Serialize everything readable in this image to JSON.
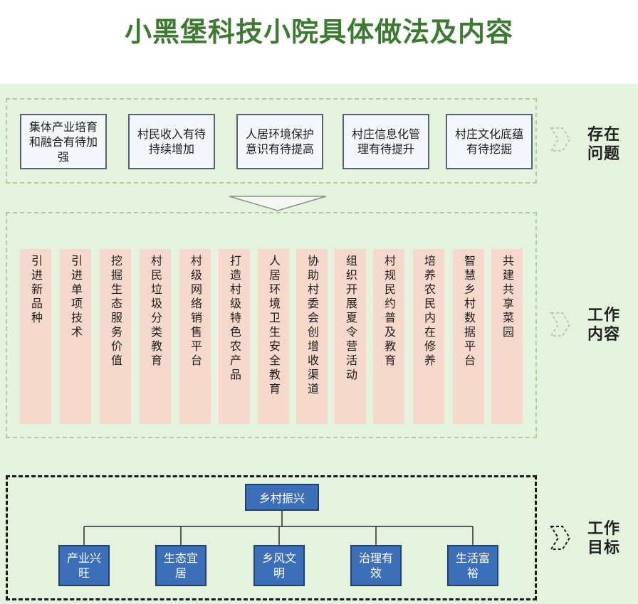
{
  "title": "小黑堡科技小院具体做法及内容",
  "problems": [
    "集体产业培育和融合有待加强",
    "村民收入有待持续增加",
    "人居环境保护意识有待提高",
    "村庄信息化管理有待提升",
    "村庄文化底蕴有待挖掘"
  ],
  "work_content": [
    "引进新品种",
    "引进单项技术",
    "挖掘生态服务价值",
    "村民垃圾分类教育",
    "村级网络销售平台",
    "打造村级特色农产品",
    "人居环境卫生安全教育",
    "协助村委会创增收渠道",
    "组织开展夏令营活动",
    "村规民约普及教育",
    "培养农民内在修养",
    "智慧乡村数据平台",
    "共建共享菜园"
  ],
  "goal_root": "乡村振兴",
  "goals": [
    "产业兴旺",
    "生态宜居",
    "乡风文明",
    "治理有效",
    "生活富裕"
  ],
  "side_labels": {
    "problems": "存在问题",
    "content": "工作内容",
    "goals": "工作目标"
  },
  "colors": {
    "title": "#3c7a32",
    "panel_bg": "#e4f2de",
    "content_column": "#f6d9cc",
    "goal_node": "#3d6fb9"
  },
  "icons": [
    "chevron-right-icon",
    "down-arrow-icon"
  ]
}
